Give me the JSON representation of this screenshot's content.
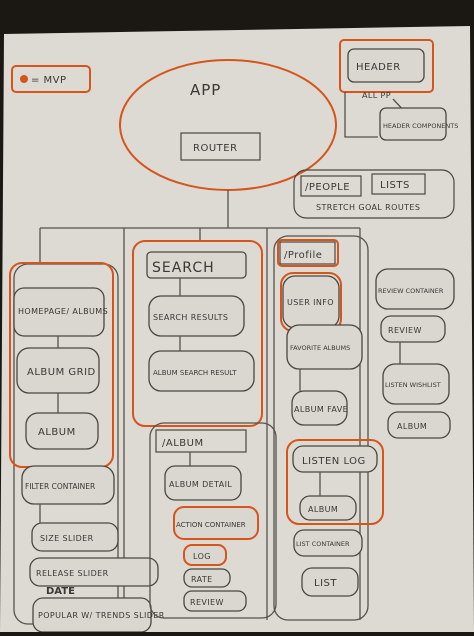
{
  "legend": {
    "text": "= MVP",
    "dot_color": "#d6551d"
  },
  "colors": {
    "paper": "#dcdad3",
    "pencil": "#4a4741",
    "marker": "#d6551d",
    "background": "#1b1814"
  },
  "nodes": {
    "app": "APP",
    "router": "ROUTER",
    "header": "HEADER",
    "all_pp": "ALL PP",
    "header_components": "HEADER COMPONENTS",
    "people": "/PEOPLE",
    "lists": "LISTS",
    "stretch_goal_routes": "STRETCH GOAL ROUTES",
    "homepage_albums": "HOMEPAGE/ ALBUMS",
    "album_grid": "ALBUM GRID",
    "album_home": "ALBUM",
    "filter_container": "FILTER CONTAINER",
    "size_slider": "SIZE SLIDER",
    "release_slider": "RELEASE SLIDER",
    "date": "DATE",
    "popular_trends_slider": "POPULAR W/ TRENDS SLIDER",
    "search": "SEARCH",
    "search_results": "SEARCH RESULTS",
    "album_search_result": "ALBUM SEARCH RESULT",
    "album_route": "/ALBUM",
    "album_detail": "ALBUM DETAIL",
    "action_container": "ACTION CONTAINER",
    "log": "LOG",
    "rate": "RATE",
    "review": "REVIEW",
    "profile": "/Profile",
    "user_info": "USER INFO",
    "favorite_albums": "FAVORITE ALBUMS",
    "album_fave": "ALBUM FAVE",
    "listen_log": "LISTEN LOG",
    "album_log": "ALBUM",
    "list_container": "LIST CONTAINER",
    "list": "LIST",
    "review_container": "REVIEW CONTAINER",
    "review_side": "REVIEW",
    "listen_wishlist": "LISTEN WISHLIST",
    "album_wishlist": "ALBUM"
  }
}
